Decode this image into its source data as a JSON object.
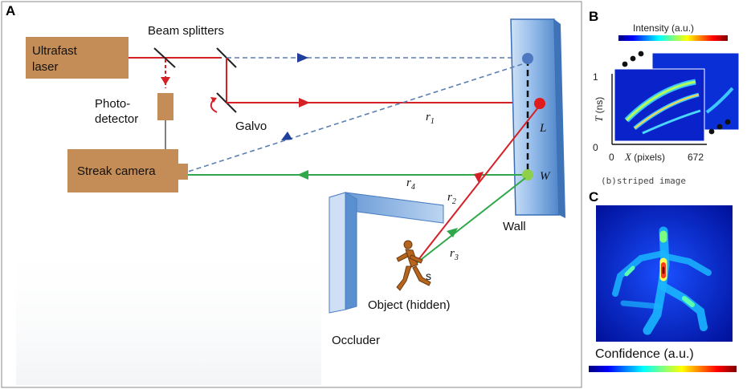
{
  "panels": {
    "a": "A",
    "b": "B",
    "c": "C"
  },
  "labels": {
    "laser_line1": "Ultrafast",
    "laser_line2": "laser",
    "beam_splitters": "Beam splitters",
    "photo_line1": "Photo-",
    "photo_line2": "detector",
    "galvo": "Galvo",
    "streak_camera": "Streak camera",
    "wall": "Wall",
    "occluder": "Occluder",
    "object": "Object (hidden)",
    "s": "s",
    "point_l": "L",
    "point_w": "W",
    "r1": "r",
    "r1_sub": "1",
    "r2": "r",
    "r2_sub": "2",
    "r3": "r",
    "r3_sub": "3",
    "r4": "r",
    "r4_sub": "4"
  },
  "panel_b": {
    "colorbar_title": "Intensity (a.u.)",
    "y_label": "T",
    "y_unit": " (ns)",
    "y_tick_top": "1",
    "y_tick_bottom": "0",
    "x_label": "X",
    "x_unit": " (pixels)",
    "x_tick_left": "0",
    "x_tick_right": "672",
    "caption": "(b)striped image"
  },
  "panel_c": {
    "colorbar_title": "Confidence (a.u.)"
  },
  "colors": {
    "laser_red": "#d42027",
    "return_green": "#2ea84a",
    "dashed_blue": "#5b7fb3",
    "box_brown": "#c48d57",
    "wall_blue": "#a9c9ee",
    "jet_dark": "#00007f",
    "jet_light": "#1a5cff"
  }
}
